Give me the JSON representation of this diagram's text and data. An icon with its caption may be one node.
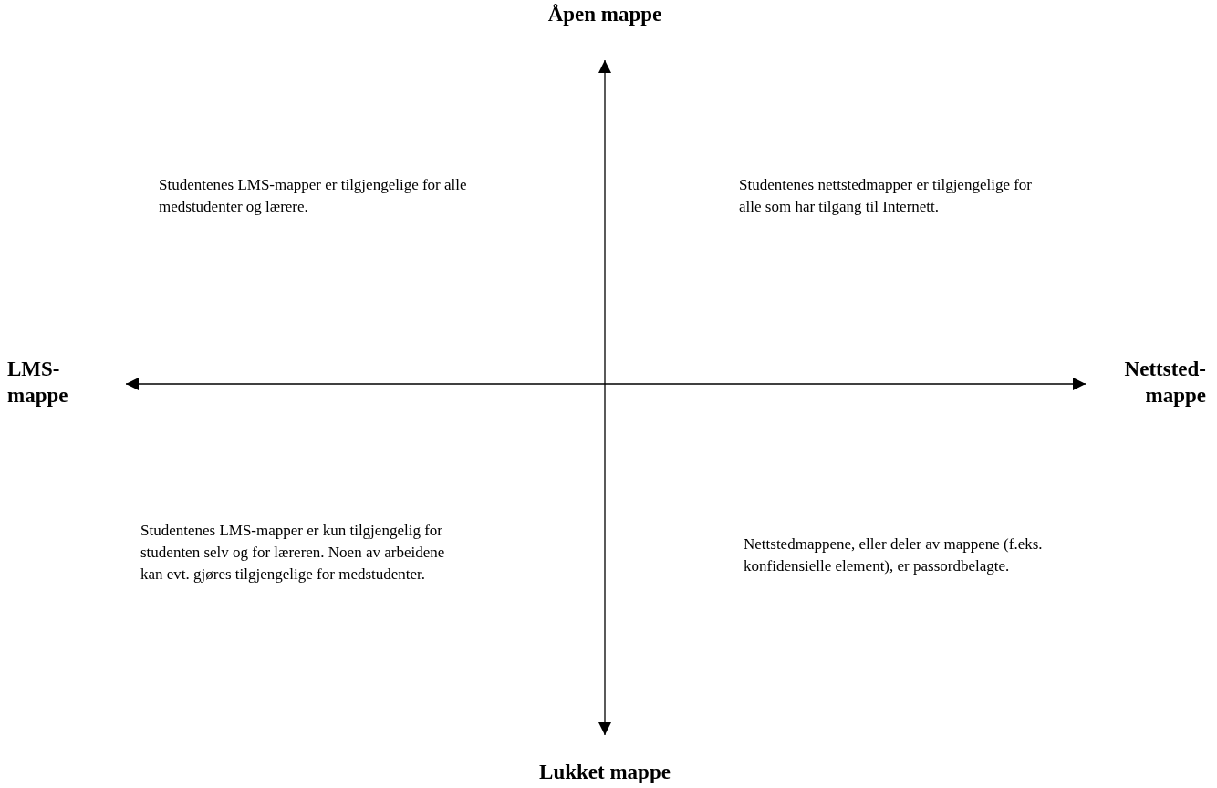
{
  "diagram": {
    "nodes": [
      {
        "text": [
          "Åpen mappe"
        ]
      },
      {
        "text": [
          "LMS- mappe"
        ]
      },
      {
        "text": [
          "Nettsted- mappe"
        ]
      },
      {
        "text": [
          "Lukket mappe"
        ]
      }
    ],
    "edges": [
      {
        "from": 3,
        "to": 0,
        "arrow": "both"
      },
      {
        "from": 1,
        "to": 2,
        "arrow": "both"
      }
    ],
    "labels": [
      "Studentenes LMS-mapper er tilgjengelige for alle medstudenter og lærere.",
      "Studentenes nettstedmapper er tilgjengelige for alle som har tilgang til Internett.",
      "Studentenes LMS-mapper er kun tilgjengelig for studenten selv og for læreren. Noen av arbeidene kan evt.  gjøres tilgjengelige for medstudenter.",
      "Nettstedmappene, eller deler av mappene (f.eks. konfidensielle element), er passordbelagte."
    ]
  }
}
